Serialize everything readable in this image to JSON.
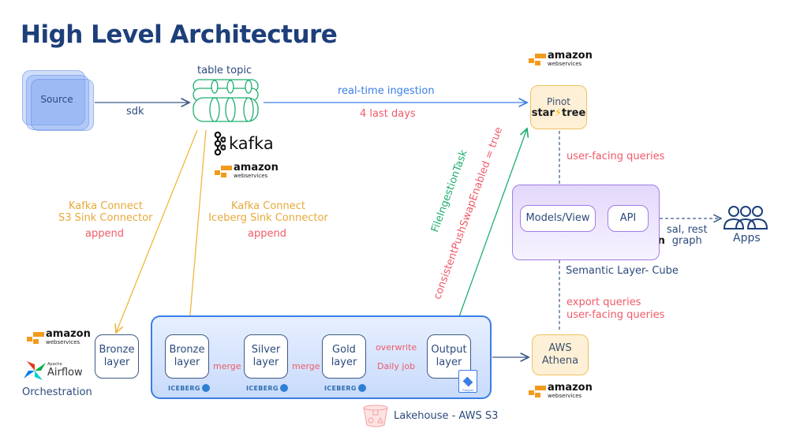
{
  "title": "High Level Architecture",
  "source": {
    "label": "Source"
  },
  "edges": {
    "sdk": "sdk",
    "realtime": "real-time ingestion",
    "last_days": "4 last days",
    "file_ingestion": "FileIngestionTask",
    "consistent_push": "consistentPushSwapEnabled = true",
    "user_facing_top": "user-facing queries",
    "export_queries": "export queries",
    "user_facing_bottom": "user-facing queries",
    "api_apps_1": "sal, rest",
    "api_apps_2": "graph",
    "merge_1": "merge",
    "merge_2": "merge",
    "overwrite": "overwrite",
    "daily_job": "Daily job"
  },
  "kafka": {
    "topic_label": "table topic",
    "logo_text": "kafka"
  },
  "connectors": {
    "s3": {
      "line1": "Kafka Connect",
      "line2": "S3 Sink Connector",
      "mode": "append"
    },
    "iceberg": {
      "line1": "Kafka Connect",
      "line2": "Iceberg Sink Connector",
      "mode": "append"
    }
  },
  "aws_logo": {
    "line1": "amazon",
    "line2": "webservices"
  },
  "pinot": {
    "title": "Pinot",
    "brand_left": "star",
    "brand_right": "tree"
  },
  "semantic": {
    "models": "Models/View",
    "api": "API",
    "caption": "Semantic Layer- Cube"
  },
  "apps": {
    "label": "Apps"
  },
  "athena": {
    "line1": "AWS",
    "line2": "Athena"
  },
  "orchestration": {
    "airflow_small": "Apache",
    "airflow": "Airflow",
    "label": "Orchestration"
  },
  "bronze_outside": {
    "line1": "Bronze",
    "line2": "layer"
  },
  "lakehouse": {
    "label": "Lakehouse - AWS S3",
    "iceberg_tag": "ICEBERG",
    "parquet_tag": "Parquet",
    "layers": [
      {
        "line1": "Bronze",
        "line2": "layer"
      },
      {
        "line1": "Silver",
        "line2": "layer"
      },
      {
        "line1": "Gold",
        "line2": "layer"
      },
      {
        "line1": "Output",
        "line2": "layer"
      }
    ]
  },
  "colors": {
    "title": "#1d3f7a",
    "navy": "#2c4a7c",
    "red_label": "#f05a68",
    "orange_label": "#e8a93a",
    "blue_arrow": "#3a7ee6",
    "green_arrow": "#1fae6e",
    "purple_border": "#a07de8",
    "pinot_fill": "#fdf0d6"
  }
}
